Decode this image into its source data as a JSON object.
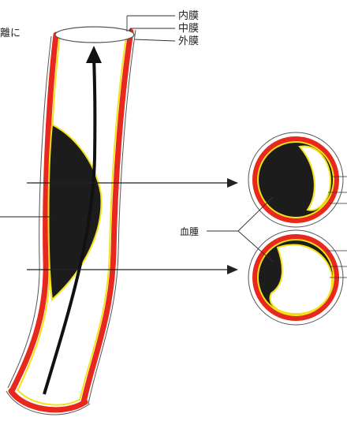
{
  "labels": {
    "left_partial": "離に",
    "intima": "内膜",
    "media": "中膜",
    "adventitia": "外膜",
    "hematoma": "血腫"
  },
  "colors": {
    "adventitia": "#e8281c",
    "media": "#f2e21a",
    "thrombus": "#1c1c1c",
    "outline": "#555555",
    "arrow": "#111111",
    "background": "#ffffff"
  }
}
